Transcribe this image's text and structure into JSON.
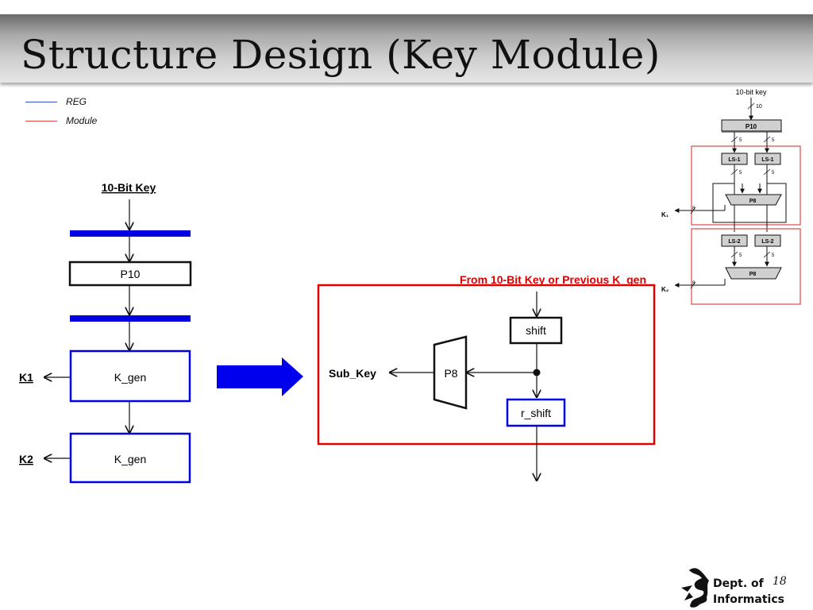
{
  "title": "Structure Design (Key Module)",
  "legend": [
    {
      "label": "REG",
      "color": "#3050c8"
    },
    {
      "label": "Module",
      "color": "#e04848"
    }
  ],
  "left_diagram": {
    "input_label": "10-Bit Key",
    "p10_label": "P10",
    "kgen1_label": "K_gen",
    "kgen2_label": "K_gen",
    "k1_label": "K1",
    "k2_label": "K2"
  },
  "detail_diagram": {
    "source_label": "From 10-Bit Key or Previous K_gen",
    "shift_label": "shift",
    "p8_label": "P8",
    "r_shift_label": "r_shift",
    "output_label": "Sub_Key"
  },
  "reference_diagram": {
    "input_label": "10-bit key",
    "width_10": "10",
    "p10_label": "P10",
    "width_5a": "5",
    "width_5b": "5",
    "ls1_left": "LS-1",
    "ls1_right": "LS-1",
    "width_5c": "5",
    "width_5d": "5",
    "p8_top": "P8",
    "k1_label": "K₁",
    "width_8a": "8",
    "ls2_left": "LS-2",
    "ls2_right": "LS-2",
    "width_5e": "5",
    "width_5f": "5",
    "p8_bottom": "P8",
    "k2_label": "K₂",
    "width_8b": "8"
  },
  "footer": {
    "dept_line1": "Dept. of",
    "dept_line2": "Informatics",
    "page_number": "18"
  },
  "colors": {
    "reg_blue": "#0000e0",
    "module_red": "#e00000",
    "arrow_blue": "#0000ee"
  }
}
